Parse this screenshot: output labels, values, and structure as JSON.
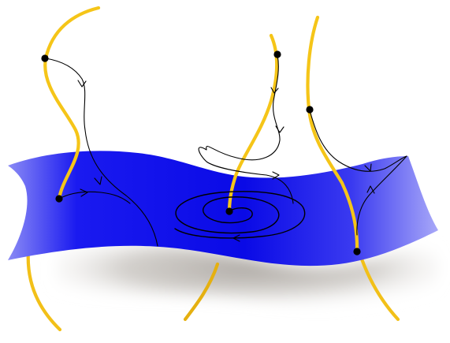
{
  "colors": {
    "manifold_light": "#8a8af5",
    "manifold_mid": "#1a1af0",
    "manifold_deep": "#0a0ae6",
    "fiber": "#f5c518",
    "fiber_lower": "#e0ad0c",
    "trajectory": "#000000",
    "point": "#000000",
    "shadow": "#b9b4ae"
  },
  "elements": {
    "manifold": "blue-manifold-surface",
    "fibers": "yellow-fiber-curves",
    "trajectories": "black-flow-lines",
    "points": "black-node-dots",
    "equilibrium": "spiral-focus"
  }
}
